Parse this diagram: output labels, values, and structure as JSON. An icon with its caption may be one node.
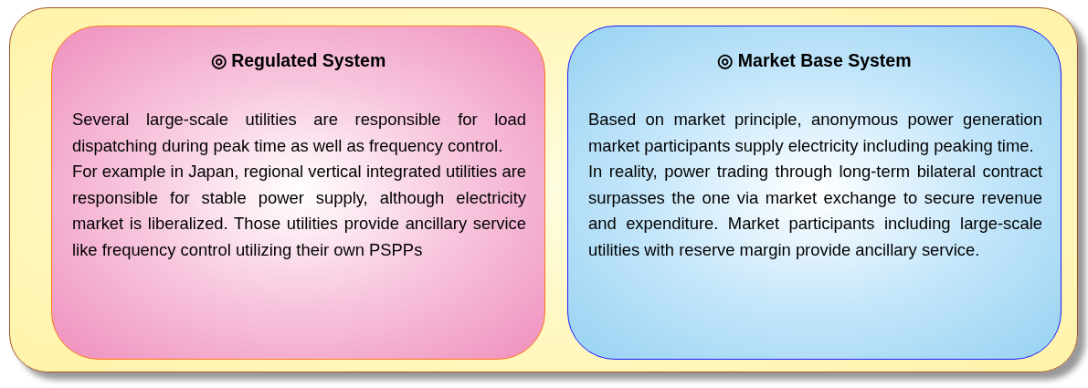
{
  "diagram": {
    "nodes": [
      {
        "text": [],
        "shape": "box"
      },
      {
        "text": [
          "◎ Regulated System",
          "Several large-scale utilities are responsible for load dispatching during peak time as well as frequency control.",
          "For example in Japan, regional vertical integrated utilities are responsible for stable power supply, although electricity market is liberalized. Those utilities provide ancillary service like frequency control utilizing their own PSPPs"
        ],
        "in": 0
      },
      {
        "text": [
          "◎ Market Base System",
          "Based on market principle, anonymous power generation market participants supply electricity including peaking time.",
          "In reality, power trading through long-term bilateral contract surpasses the one via market exchange to secure revenue and expenditure. Market participants including large-scale utilities with reserve margin provide ancillary service."
        ],
        "in": 0
      }
    ]
  }
}
